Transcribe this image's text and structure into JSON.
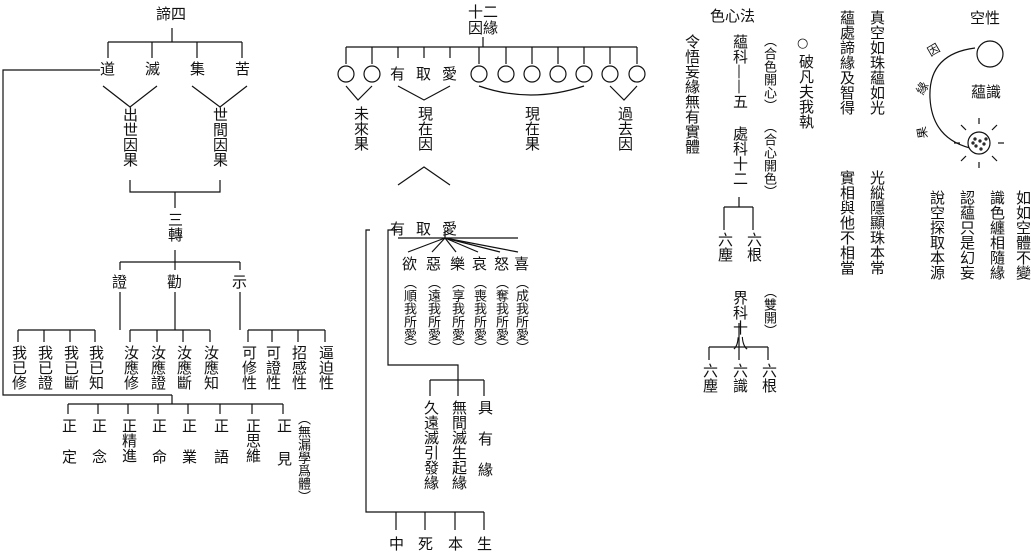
{
  "four_truths": {
    "title": "諦四",
    "items": [
      "道",
      "滅",
      "集",
      "苦"
    ],
    "causes": [
      "出世因果",
      "世間因果"
    ],
    "three_turns": "三轉",
    "turns": [
      "證",
      "勸",
      "示"
    ],
    "zheng": [
      "我已修",
      "我已證",
      "我已斷",
      "我已知"
    ],
    "quan": [
      "汝應修",
      "汝應證",
      "汝應斷",
      "汝應知"
    ],
    "shi": [
      "可修性",
      "可證性",
      "招感性",
      "逼迫性"
    ],
    "eightfold": [
      "正定",
      "正念",
      "正精進",
      "正命",
      "正業",
      "正語",
      "正思維",
      "正見"
    ],
    "eightfold_note": "（無漏學爲體）"
  },
  "twelve_links": {
    "title_top": "十二",
    "title_bottom": "因緣",
    "row_labels": [
      "有",
      "取",
      "愛"
    ],
    "groups": [
      "未來果",
      "現在因",
      "現在果",
      "過去因"
    ],
    "sub": [
      "有",
      "取",
      "愛"
    ],
    "emotions": [
      "欲",
      "惡",
      "樂",
      "哀",
      "怒",
      "喜"
    ],
    "emotion_notes": [
      "（順我所愛）",
      "（遠我所愛）",
      "（享我所愛）",
      "（喪我所愛）",
      "（奪我所愛）",
      "（成我所愛）"
    ],
    "you_branches": [
      "久遠滅引發緣",
      "無間滅生起緣",
      "具有緣"
    ],
    "four_states": [
      "中",
      "死",
      "本",
      "生"
    ]
  },
  "mind_form": {
    "title": "色心法",
    "col1": "令悟妄緣無有實體",
    "skandha": "蘊科——五",
    "skandha_note": "（合色開心）",
    "ayatana": "處科十二",
    "ayatana_note": "（合心開色）",
    "ayatana_parts": [
      "六塵",
      "六根"
    ],
    "dhatu": "界科十八",
    "dhatu_note": "（雙開）",
    "dhatu_parts": [
      "六塵",
      "六識",
      "六根"
    ]
  },
  "verses": {
    "break_mark": "○",
    "break": "破凡夫我執",
    "v1": "真空如珠蘊如光",
    "v2": "蘊處諦緣及智得",
    "v3": "光縱隱顯珠本常",
    "v4": "實相與他不相當"
  },
  "emptiness": {
    "title": "空性",
    "aggregate": "蘊識",
    "arc_labels": [
      "因",
      "緣",
      "果"
    ],
    "c1": "如如空體不變",
    "c2": "識色纏相隨緣",
    "c3": "認蘊只是幻妄",
    "c4": "說空探取本源"
  }
}
